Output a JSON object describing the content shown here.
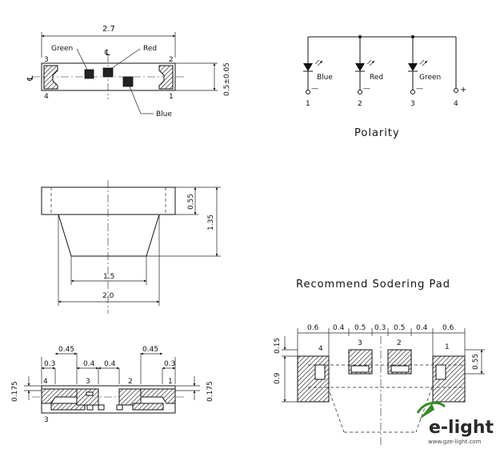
{
  "top_view": {
    "width_dim": "2.7",
    "height_dim": "0.5±0.05",
    "pins": [
      "1",
      "2",
      "3",
      "4"
    ],
    "chips": [
      "Green",
      "Red",
      "Blue"
    ],
    "centerline": "℄"
  },
  "side_view": {
    "dims": [
      "0.55",
      "1.35",
      "1.5",
      "2.0"
    ]
  },
  "bottom_view": {
    "top_dims": [
      "0.45",
      "0.4",
      "0.4",
      "0.45"
    ],
    "second_dims": [
      "0.3",
      "0.3"
    ],
    "side_dims": [
      "0.175",
      "0.175"
    ],
    "pins": [
      "4",
      "3",
      "2",
      "1",
      "3"
    ]
  },
  "polarity": {
    "title": "Polarity",
    "pins": [
      "1",
      "2",
      "3",
      "4"
    ],
    "leds": [
      "Blue",
      "Red",
      "Green"
    ],
    "plus": "+",
    "minus": "—"
  },
  "pad": {
    "title": "Recommend Sodering Pad",
    "top_dims": [
      "0.6",
      "0.4",
      "0.5",
      "0.3",
      "0.5",
      "0.4",
      "0.6"
    ],
    "left_dims": [
      "0.15",
      "0.9"
    ],
    "right_dim": "0.55",
    "pad_numbers": [
      "4",
      "3",
      "2",
      "1"
    ]
  },
  "logo": {
    "brand": "e-light",
    "url": "www.gze-light.com"
  },
  "colors": {
    "line": "#111111",
    "logo_accent": "#3a8a2a"
  }
}
